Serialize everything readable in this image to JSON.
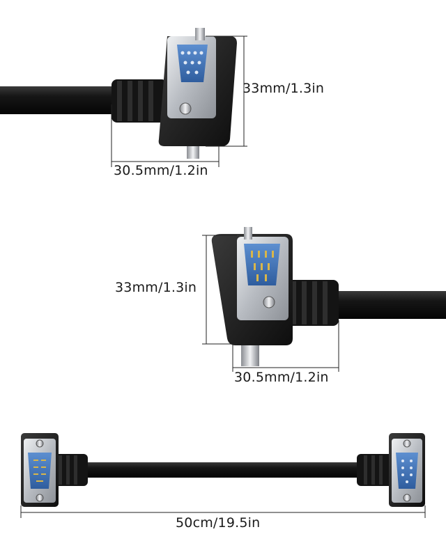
{
  "dimensions": {
    "top_height": "33mm/1.3in",
    "top_width": "30.5mm/1.2in",
    "middle_height": "33mm/1.3in",
    "middle_width": "30.5mm/1.2in",
    "cable_length": "50cm/19.5in"
  },
  "colors": {
    "cable": "#111111",
    "housing": "#1c1c1c",
    "metal_shell": "#c9ccd0",
    "insulator": "#3f6fb0",
    "dimension_line": "#222222"
  }
}
